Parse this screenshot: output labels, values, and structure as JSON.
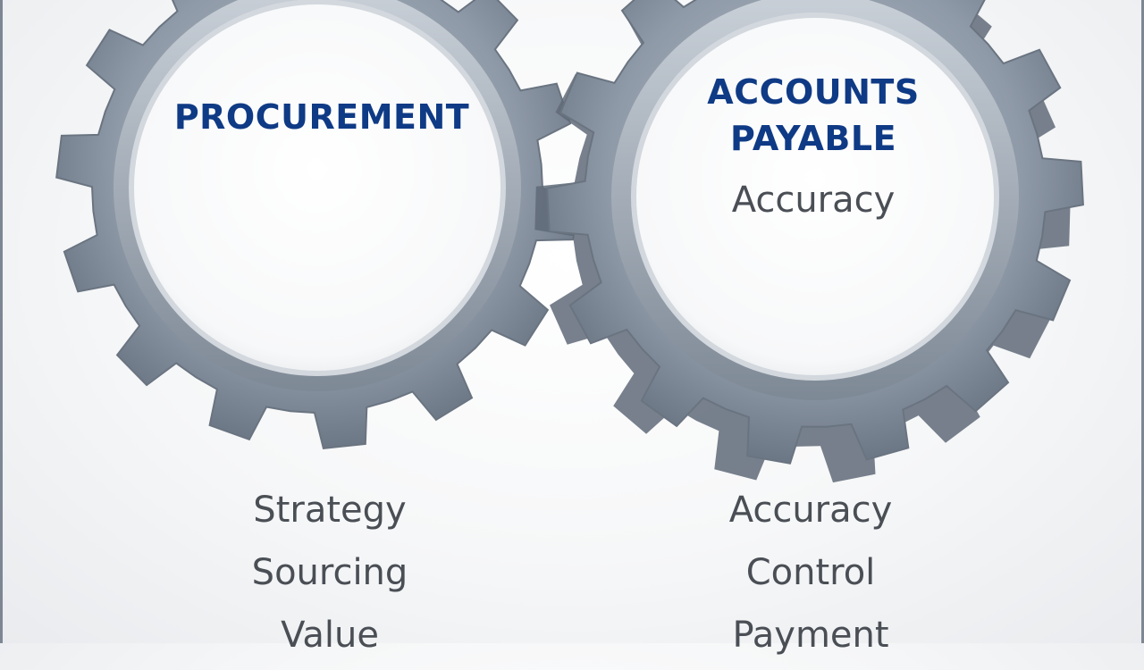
{
  "diagram": {
    "gears": [
      {
        "id": "procurement",
        "title_lines": [
          "PROCUREMENT"
        ],
        "subtitle": "",
        "items": [
          "Strategy",
          "Sourcing",
          "Value"
        ]
      },
      {
        "id": "accounts-payable",
        "title_lines": [
          "ACCOUNTS",
          "PAYABLE"
        ],
        "subtitle": "Accuracy",
        "items": [
          "Accuracy",
          "Control",
          "Payment"
        ]
      }
    ]
  },
  "colors": {
    "title_blue": "#0f3a85",
    "text_gray": "#4a4e55",
    "gear_dark": "#6c7785",
    "gear_mid": "#8f9aa8",
    "gear_light": "#b9c1cb",
    "face_white": "#fbfbfc"
  }
}
